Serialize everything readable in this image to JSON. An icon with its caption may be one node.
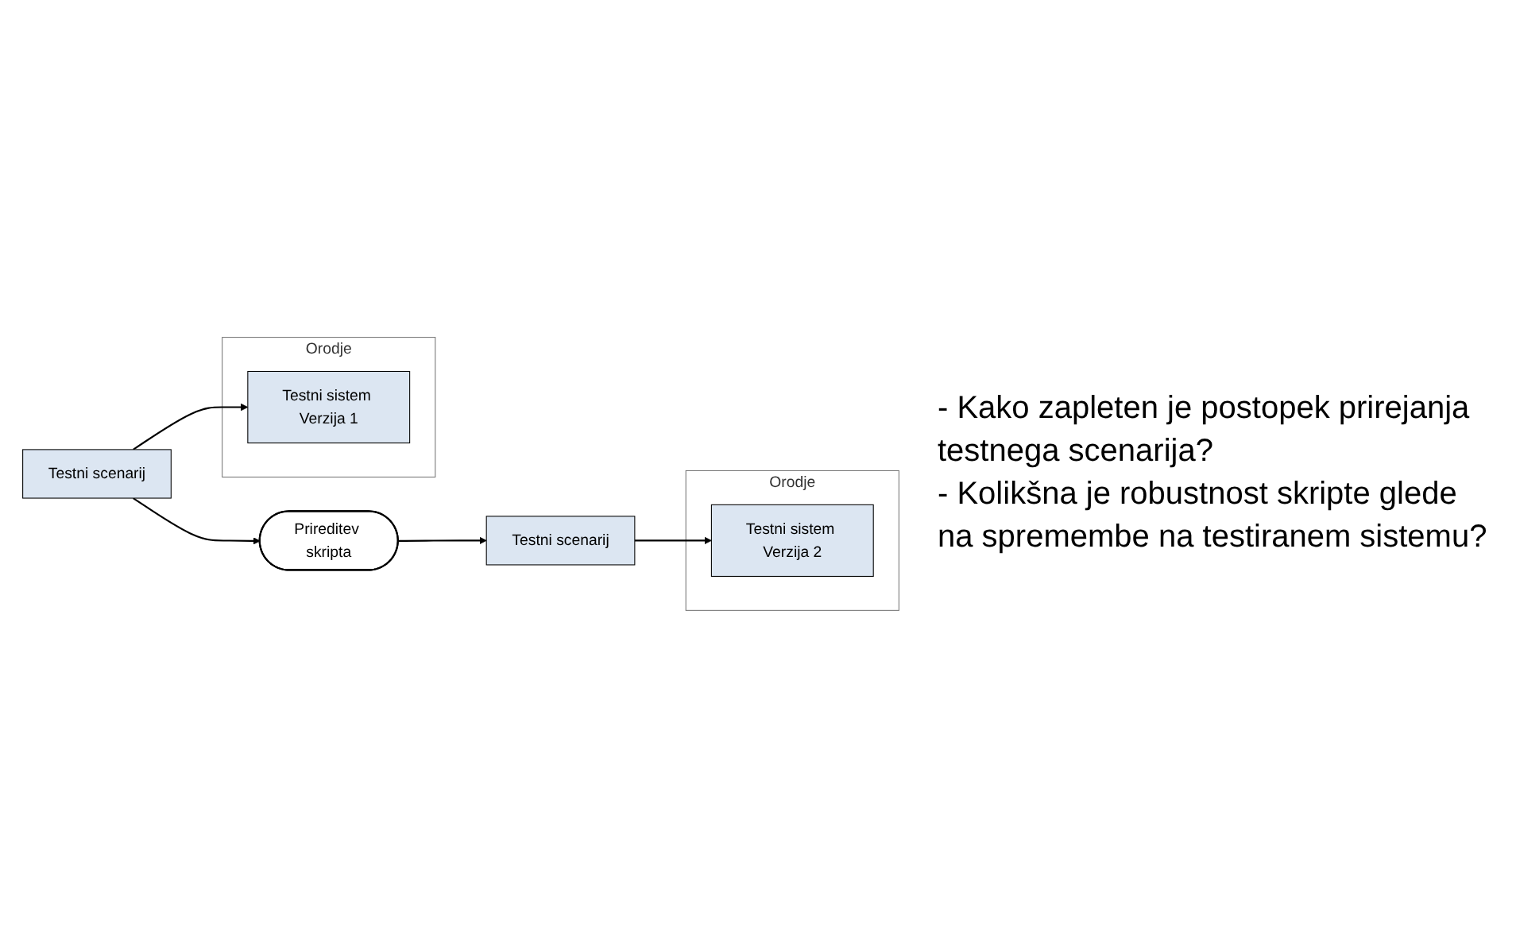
{
  "diagram": {
    "nodes": [
      {
        "text": [
          "Testni scenarij"
        ]
      },
      {
        "text": [
          "Orodje"
        ]
      },
      {
        "text": [
          "Testni sistem Verzija 1"
        ],
        "in": 1
      },
      {
        "text": [
          "Prireditev skripta"
        ]
      },
      {
        "text": [
          "Testni scenarij"
        ]
      },
      {
        "text": [
          "Orodje"
        ]
      },
      {
        "text": [
          "Testni sistem Verzija 2"
        ],
        "in": 5
      }
    ],
    "edges": [
      {
        "from": 0,
        "to": 2,
        "arrow": "to"
      },
      {
        "from": 0,
        "to": 3,
        "arrow": "to"
      },
      {
        "from": 3,
        "to": 4,
        "arrow": "to"
      },
      {
        "from": 4,
        "to": 6,
        "arrow": "to"
      }
    ],
    "labels": [
      "- Kako zapleten je postopek prirejanja testnega scenarija?",
      "- Kolikšna je robustnost skripte glede na spremembe na testiranem sistemu?"
    ]
  }
}
